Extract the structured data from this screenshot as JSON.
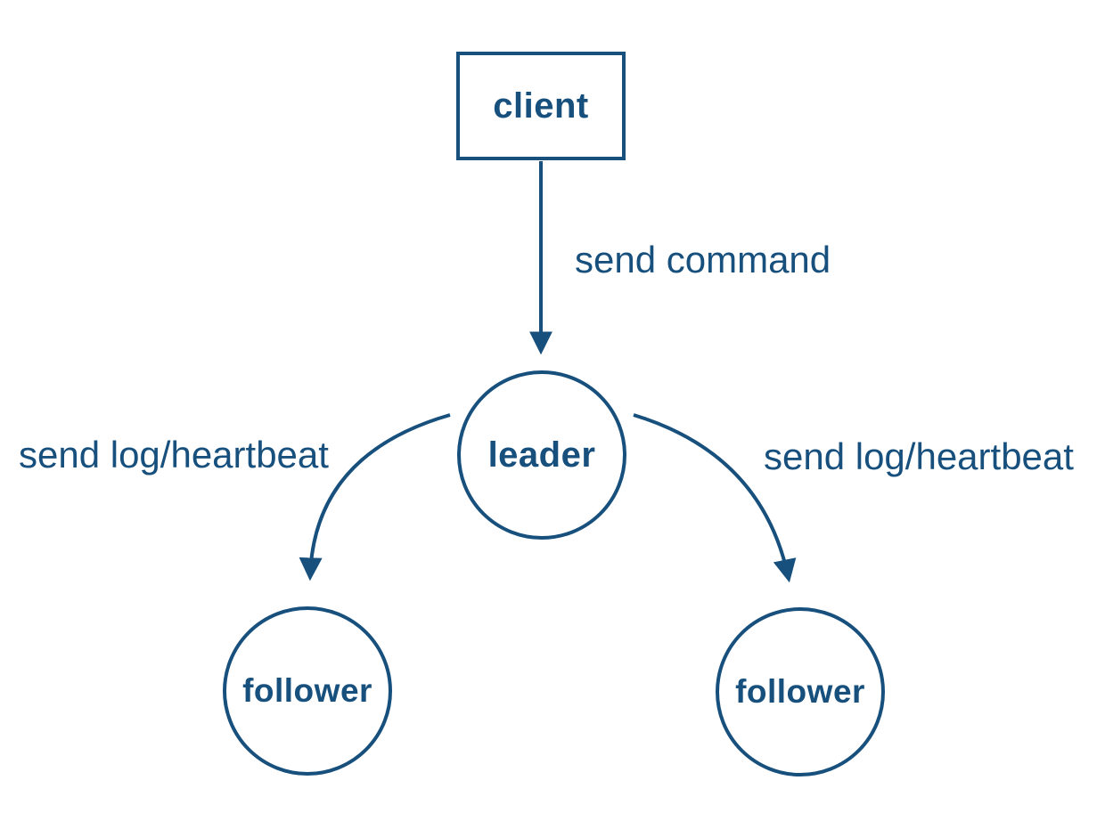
{
  "colors": {
    "accent": "#174F7D",
    "background": "#FFFFFF"
  },
  "diagram": {
    "type": "directed-graph",
    "nodes": {
      "client": {
        "label": "client",
        "shape": "rectangle"
      },
      "leader": {
        "label": "leader",
        "shape": "circle"
      },
      "follower_left": {
        "label": "follower",
        "shape": "circle"
      },
      "follower_right": {
        "label": "follower",
        "shape": "circle"
      }
    },
    "edges": {
      "client_to_leader": {
        "from": "client",
        "to": "leader",
        "label": "send command"
      },
      "leader_to_follower_left": {
        "from": "leader",
        "to": "follower_left",
        "label": "send log/heartbeat"
      },
      "leader_to_follower_right": {
        "from": "leader",
        "to": "follower_right",
        "label": "send log/heartbeat"
      }
    }
  }
}
